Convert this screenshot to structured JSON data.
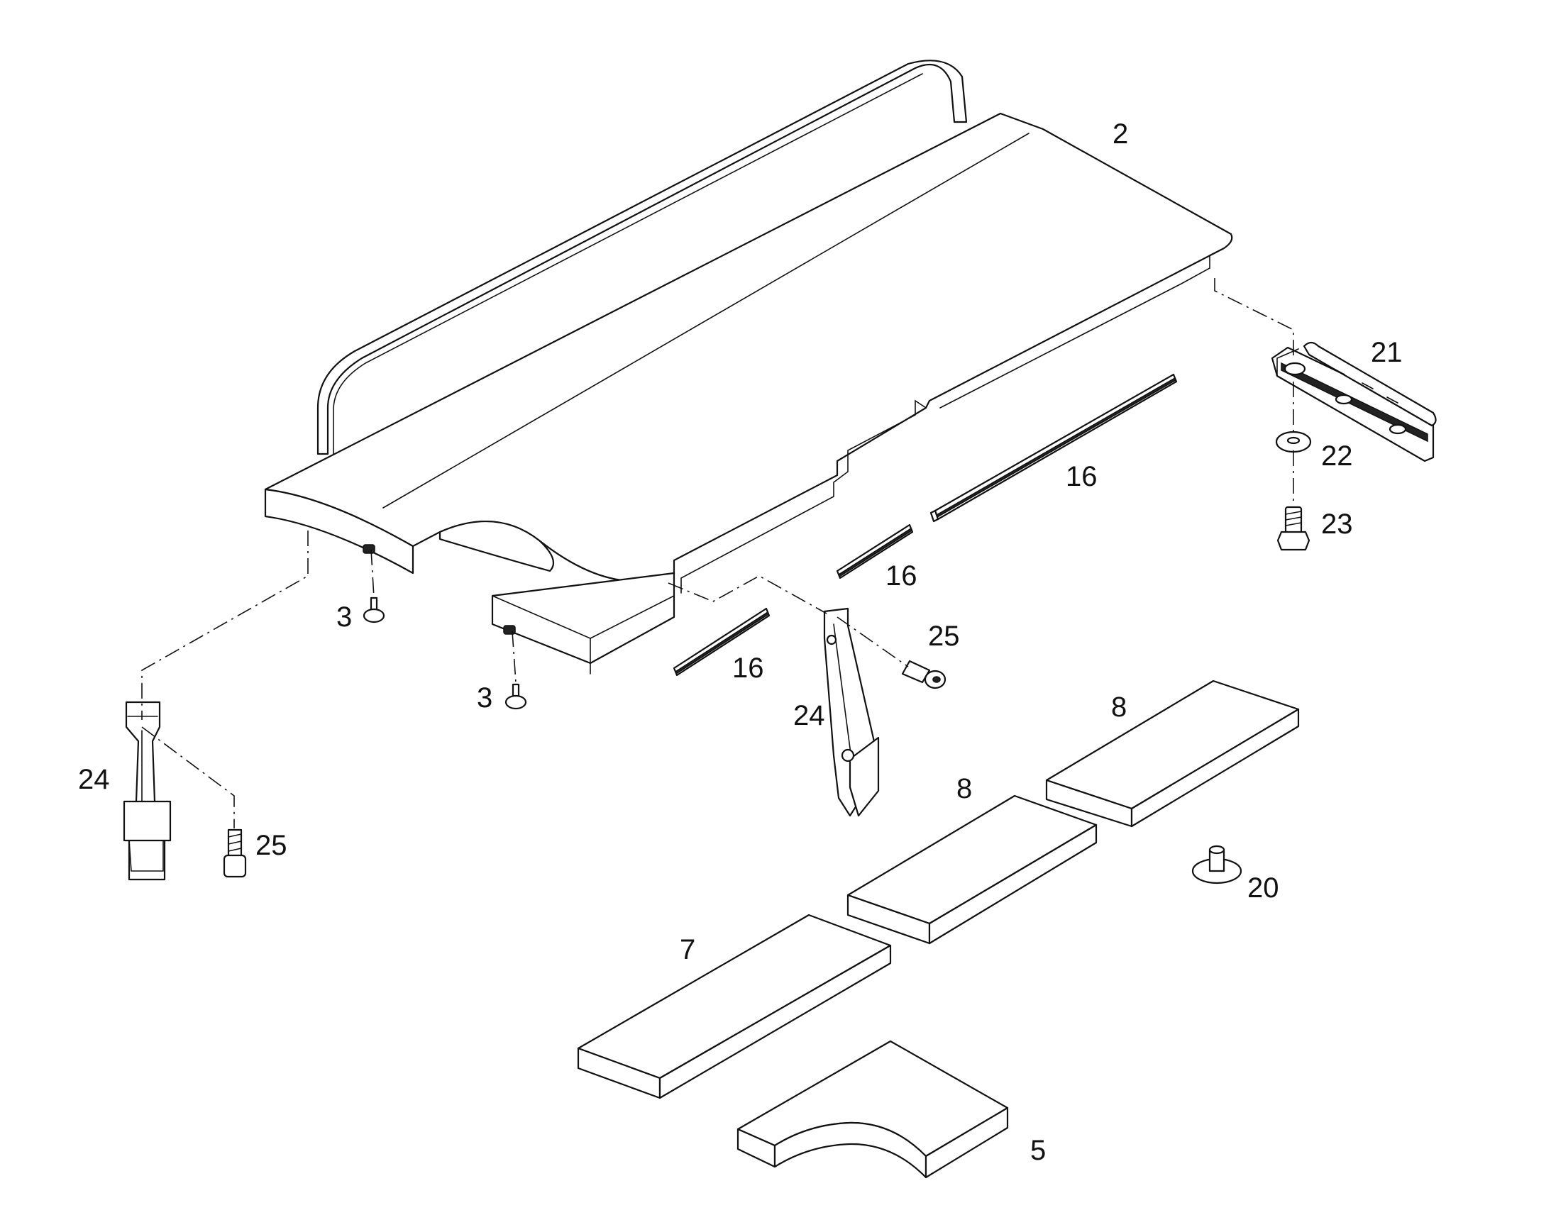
{
  "callouts": [
    {
      "id": "c2",
      "text": "2"
    },
    {
      "id": "c21",
      "text": "21"
    },
    {
      "id": "c22",
      "text": "22"
    },
    {
      "id": "c23",
      "text": "23"
    },
    {
      "id": "c16a",
      "text": "16"
    },
    {
      "id": "c16b",
      "text": "16"
    },
    {
      "id": "c16c",
      "text": "16"
    },
    {
      "id": "c3a",
      "text": "3"
    },
    {
      "id": "c3b",
      "text": "3"
    },
    {
      "id": "c25a",
      "text": "25"
    },
    {
      "id": "c25b",
      "text": "25"
    },
    {
      "id": "c24a",
      "text": "24"
    },
    {
      "id": "c24b",
      "text": "24"
    },
    {
      "id": "c8a",
      "text": "8"
    },
    {
      "id": "c8b",
      "text": "8"
    },
    {
      "id": "c20",
      "text": "20"
    },
    {
      "id": "c7",
      "text": "7"
    },
    {
      "id": "c5",
      "text": "5"
    }
  ]
}
